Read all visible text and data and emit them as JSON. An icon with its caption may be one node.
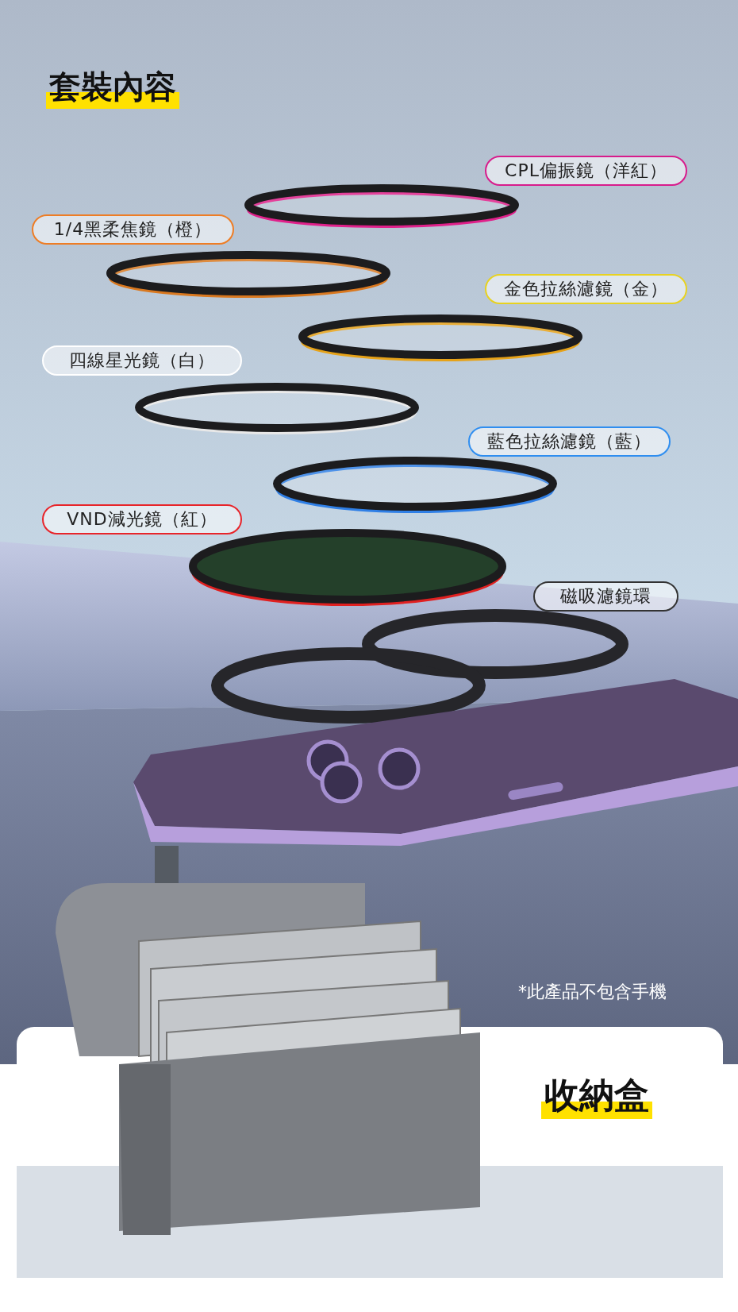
{
  "diagram": {
    "title": "套裝內容",
    "nodes": [
      {
        "text": [
          "CPL偏振鏡（洋紅）"
        ]
      },
      {
        "text": [
          "1/4黑柔焦鏡（橙）"
        ]
      },
      {
        "text": [
          "金色拉絲濾鏡（金）"
        ]
      },
      {
        "text": [
          "四線星光鏡（白）"
        ]
      },
      {
        "text": [
          "藍色拉絲濾鏡（藍）"
        ]
      },
      {
        "text": [
          "VND減光鏡（紅）"
        ]
      },
      {
        "text": [
          "磁吸濾鏡環"
        ]
      }
    ],
    "labels": [
      "*此產品不包含手機",
      "收納盒"
    ]
  }
}
